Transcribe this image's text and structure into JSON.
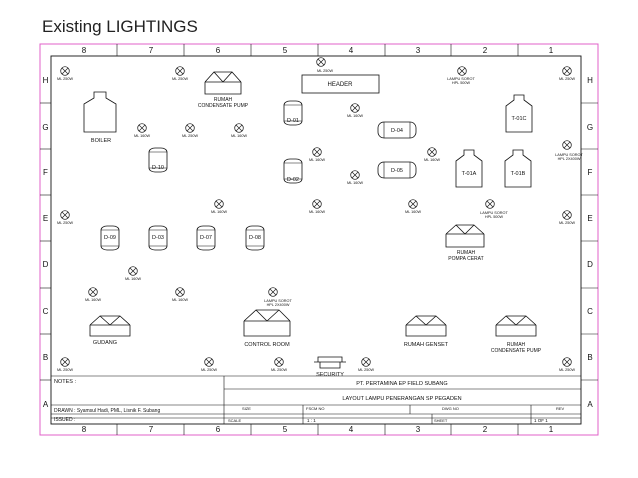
{
  "title": "Existing LIGHTINGS",
  "columns": [
    "8",
    "7",
    "6",
    "5",
    "4",
    "3",
    "2",
    "1"
  ],
  "rows": [
    "H",
    "G",
    "F",
    "E",
    "D",
    "C",
    "B",
    "A"
  ],
  "lamps": [
    {
      "label": "ML 250W"
    },
    {
      "label": "ML 250W"
    },
    {
      "label": "ML 250W"
    },
    {
      "label": "LAMPU SOROT\nHPL 500W"
    },
    {
      "label": "ML 250W"
    },
    {
      "label": "ML 160W"
    },
    {
      "label": "ML 250W"
    },
    {
      "label": "ML 160W"
    },
    {
      "label": "ML 160W"
    },
    {
      "label": "ML 160W"
    },
    {
      "label": "ML 160W"
    },
    {
      "label": "LAMPU SOROT\nHPL 2X400W"
    },
    {
      "label": "ML 160W"
    },
    {
      "label": "ML 250W"
    },
    {
      "label": "ML 160W"
    },
    {
      "label": "ML 160W"
    },
    {
      "label": "ML 160W"
    },
    {
      "label": "LAMPU SOROT\nHPL 500W"
    },
    {
      "label": "ML 250W"
    },
    {
      "label": "ML 160W"
    },
    {
      "label": "ML 160W"
    },
    {
      "label": "ML 160W"
    },
    {
      "label": "LAMPU SOROT\nHPL 2X400W"
    },
    {
      "label": "ML 250W"
    },
    {
      "label": "ML 250W"
    },
    {
      "label": "ML 250W"
    },
    {
      "label": "ML 250W"
    },
    {
      "label": "ML 250W"
    }
  ],
  "tanks": [
    {
      "label": "D-01"
    },
    {
      "label": "D-02"
    },
    {
      "label": "D-10"
    },
    {
      "label": "D-04"
    },
    {
      "label": "D-05"
    },
    {
      "label": "D-09"
    },
    {
      "label": "D-03"
    },
    {
      "label": "D-07"
    },
    {
      "label": "D-08"
    }
  ],
  "towers": [
    {
      "label": "T-01C"
    },
    {
      "label": "T-01A"
    },
    {
      "label": "T-01B"
    }
  ],
  "buildings": {
    "boiler": "BOILER",
    "header": "HEADER",
    "rumah_condensate_top": "RUMAH\nCONDENSATE PUMP",
    "rumah_pompa_cerat": "RUMAH\nPOMPA CERAT",
    "gudang": "GUDANG",
    "control_room": "CONTROL ROOM",
    "security": "SECURITY",
    "rumah_genset": "RUMAH GENSET",
    "rumah_condensate_bottom": "RUMAH\nCONDENSATE PUMP"
  },
  "title_block": {
    "notes": "NOTES :",
    "company": "PT. PERTAMINA EP FIELD SUBANG",
    "layout_title": "LAYOUT LAMPU PENERANGAN SP PEGADEN",
    "size": "SIZE",
    "fscm": "FSCM NO",
    "dwg": "DWG NO",
    "rev": "REV",
    "drawn": "DRAWN : Syamsul Hadi, PML, Lisnik F. Subang",
    "issued": "ISSUED :",
    "scale": "SCALE",
    "scale_value": "1 : 1",
    "sheet": "SHEET",
    "sheet_value": "1 OF 1"
  }
}
